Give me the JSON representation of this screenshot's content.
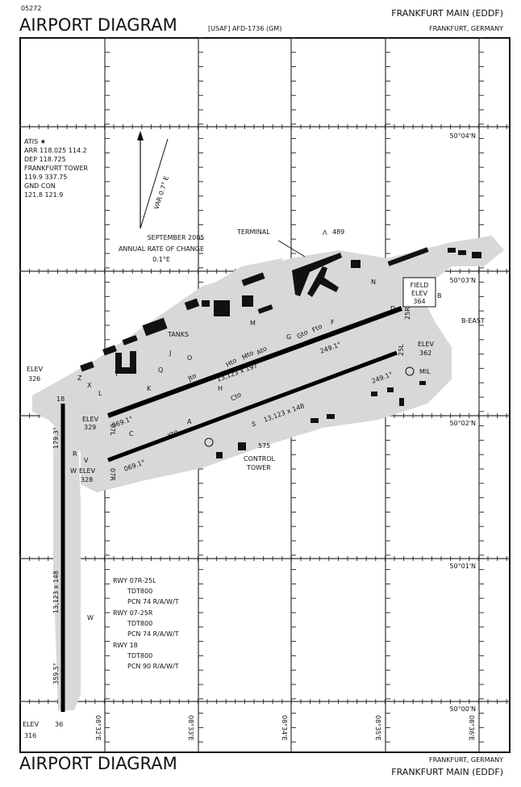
{
  "header": {
    "chart_code": "05272",
    "title": "AIRPORT DIAGRAM",
    "agency": "[USAF] AFD-1736 (GM)",
    "airport": "FRANKFURT MAIN  (EDDF)",
    "location": "FRANKFURT, GERMANY"
  },
  "footer": {
    "title": "AIRPORT DIAGRAM",
    "location": "FRANKFURT, GERMANY",
    "airport": "FRANKFURT MAIN  (EDDF)"
  },
  "comms": [
    "ATIS ★",
    "ARR 118.025  114.2",
    "DEP 118.725",
    "FRANKFURT TOWER",
    "119.9  337.75",
    "GND CON",
    "121.8  121.9"
  ],
  "variation": {
    "label": "VAR 0.7° E",
    "date": "SEPTEMBER 2005",
    "rate_label": "ANNUAL RATE OF CHANGE",
    "rate": "0.1°E"
  },
  "latitudes": [
    "50°04'N",
    "50°03'N",
    "50°02'N",
    "50°01'N",
    "50°00'N"
  ],
  "longitudes": [
    "08°32'E",
    "08°33'E",
    "08°34'E",
    "08°35'E",
    "08°36'E"
  ],
  "labels": {
    "terminal": "TERMINAL",
    "obstacle": "489",
    "tanks": "TANKS",
    "field_elev": [
      "FIELD",
      "ELEV",
      "364"
    ],
    "b_east": "B-EAST",
    "elev_362": [
      "ELEV",
      "362"
    ],
    "mil": "MIL",
    "elev_326": [
      "ELEV",
      "326"
    ],
    "elev_329": [
      "ELEV",
      "329"
    ],
    "elev_328": [
      "ELEV",
      "328"
    ],
    "elev_316": [
      "ELEV",
      "316"
    ],
    "tower_elev": "575",
    "tower": [
      "CONTROL",
      "TOWER"
    ],
    "rwy_07l": "07L",
    "rwy_07r": "07R",
    "rwy_25r": "25R",
    "rwy_25l": "25L",
    "rwy_18": "18",
    "rwy_36": "36",
    "hdg_069_l": "069.1°",
    "hdg_069_r": "069.1°",
    "hdg_249_l": "249.1°",
    "hdg_249_r": "249.1°",
    "hdg_179": "179.3°",
    "hdg_359": "359.5°",
    "dim_north": "13,123 x 197",
    "dim_south": "13,123 x 148",
    "dim_18": "13,123 x 148"
  },
  "taxiways": [
    "A",
    "B",
    "C",
    "D",
    "F",
    "G",
    "H",
    "J",
    "K",
    "L",
    "M",
    "N",
    "O",
    "Q",
    "R",
    "S",
    "T",
    "V",
    "W",
    "X",
    "Z",
    "Gto",
    "Fto",
    "Hto",
    "Mto",
    "Ato",
    "Cto",
    "Jto",
    "Kto"
  ],
  "runway_data": [
    {
      "rwy": "RWY 07R-25L",
      "tdt": "TDT800",
      "pcn": "PCN 74 R/A/W/T"
    },
    {
      "rwy": "RWY 07-25R",
      "tdt": "TDT800",
      "pcn": "PCN 74 R/A/W/T"
    },
    {
      "rwy": "RWY 18",
      "tdt": "TDT800",
      "pcn": "PCN 90 R/A/W/T"
    }
  ]
}
